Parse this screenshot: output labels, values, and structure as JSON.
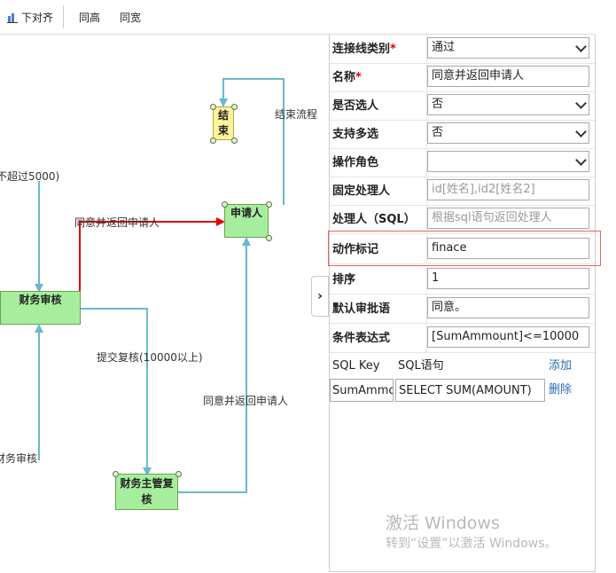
{
  "toolbar": {
    "align_bottom": "下对齐",
    "same_height": "同高",
    "same_width": "同宽"
  },
  "diagram": {
    "nodes": {
      "end": "结束",
      "applicant": "申请人",
      "finance_review": "财务审核",
      "finance_manager": "财务主管复核"
    },
    "edges": {
      "under_5000": "不超过5000)",
      "return_applicant_1": "同意并返回申请人",
      "end_flow": "结束流程",
      "submit_recheck": "提交复核(10000以上)",
      "return_applicant_2": "同意并返回申请人",
      "finance_review_in": "财务审核"
    },
    "colors": {
      "edge": "#6ab8d0",
      "selected_edge": "#e00000",
      "node_fill": "#a6ee9e",
      "end_fill": "#fdf39a"
    }
  },
  "panel": {
    "rows": [
      {
        "label": "连接线类别",
        "required": "*",
        "value": "通过",
        "type": "select"
      },
      {
        "label": "名称",
        "required": "*",
        "value": "同意并返回申请人",
        "type": "input"
      },
      {
        "label": "是否选人",
        "required": "",
        "value": "否",
        "type": "select"
      },
      {
        "label": "支持多选",
        "required": "",
        "value": "否",
        "type": "select"
      },
      {
        "label": "操作角色",
        "required": "",
        "value": "",
        "type": "select"
      },
      {
        "label": "固定处理人",
        "required": "",
        "placeholder": "id[姓名],id2[姓名2]",
        "type": "input"
      },
      {
        "label": "处理人（SQL）",
        "required": "",
        "placeholder": "根据sql语句返回处理人",
        "type": "input"
      },
      {
        "label": "动作标记",
        "required": "",
        "value": "finace",
        "type": "input"
      },
      {
        "label": "排序",
        "required": "",
        "value": "1",
        "type": "input"
      },
      {
        "label": "默认审批语",
        "required": "",
        "value": "同意。",
        "type": "input"
      },
      {
        "label": "条件表达式",
        "required": "",
        "value": "[SumAmmount]<=10000",
        "type": "input"
      }
    ],
    "sql": {
      "col_key": "SQL Key",
      "col_sql": "SQL语句",
      "add": "添加",
      "key_value": "SumAmmount",
      "sql_value": "SELECT SUM(AMOUNT)",
      "delete": "删除"
    }
  },
  "watermark": {
    "line1": "激活 Windows",
    "line2": "转到“设置”以激活 Windows。"
  }
}
